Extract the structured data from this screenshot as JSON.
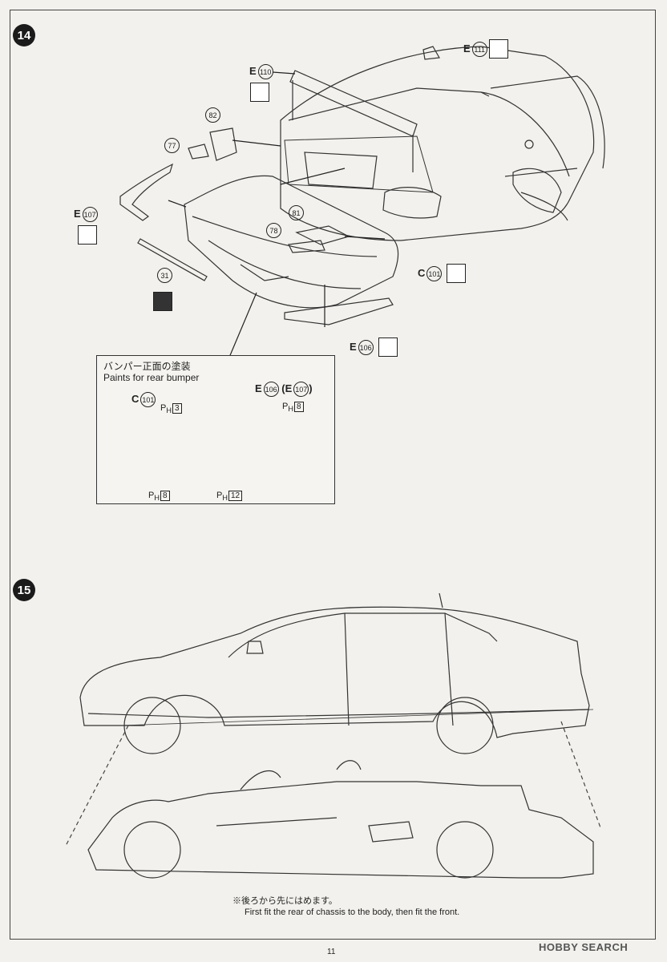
{
  "steps": {
    "step14": "14",
    "step15": "15"
  },
  "parts": {
    "e111": {
      "letter": "E",
      "num": "111"
    },
    "e110": {
      "letter": "E",
      "num": "110"
    },
    "p82": "82",
    "p77": "77",
    "e107": {
      "letter": "E",
      "num": "107"
    },
    "p81": "81",
    "p78": "78",
    "p31": "31",
    "c101": {
      "letter": "C",
      "num": "101"
    },
    "e106": {
      "letter": "E",
      "num": "106"
    }
  },
  "inset": {
    "title_jp": "バンパー正面の塗装",
    "title_en": "Paints for rear bumper",
    "c101": {
      "letter": "C",
      "num": "101"
    },
    "e106": {
      "letter": "E",
      "num": "106"
    },
    "e107": {
      "letter": "E",
      "num": "107"
    },
    "paints": {
      "ph_prefix": "P",
      "ph_sub": "H",
      "ph3": "3",
      "ph8_top": "8",
      "ph8_bottom": "8",
      "ph12": "12"
    }
  },
  "note": {
    "jp": "※後ろから先にはめます。",
    "en": "First fit the rear of chassis to the body, then fit the front."
  },
  "footer": {
    "page": "11",
    "watermark": "HOBBY SEARCH"
  }
}
